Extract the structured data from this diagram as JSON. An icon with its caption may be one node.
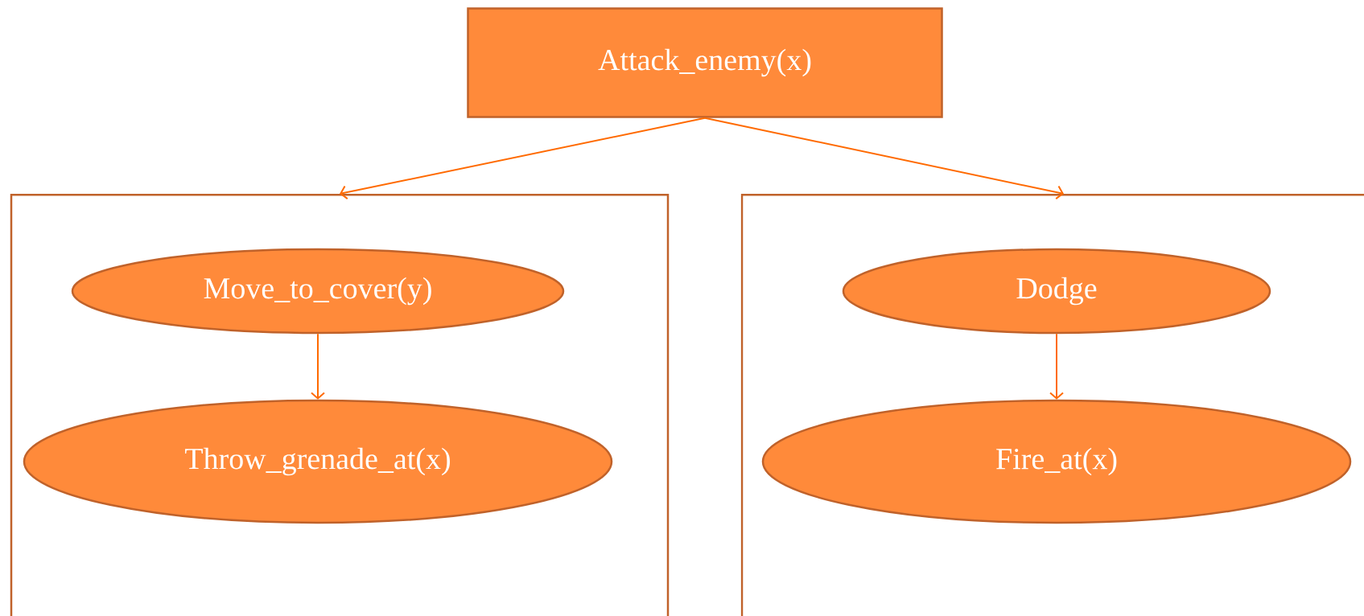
{
  "diagram": {
    "nodes": [
      {
        "text": [
          "Attack_enemy(x)"
        ]
      },
      {
        "text": [],
        "shape": "box"
      },
      {
        "text": [
          "Move_to_cover(y)"
        ],
        "in": 1
      },
      {
        "text": [
          "Throw_grenade_at(x)"
        ],
        "in": 1
      },
      {
        "text": [],
        "shape": "box"
      },
      {
        "text": [
          "Dodge"
        ],
        "in": 4
      },
      {
        "text": [
          "Fire_at(x)"
        ],
        "in": 4
      }
    ],
    "edges": [
      {
        "from": 0,
        "to": 1,
        "arrow": "to"
      },
      {
        "from": 0,
        "to": 4,
        "arrow": "to"
      },
      {
        "from": 2,
        "to": 3,
        "arrow": "to"
      },
      {
        "from": 5,
        "to": 6,
        "arrow": "to"
      }
    ]
  }
}
